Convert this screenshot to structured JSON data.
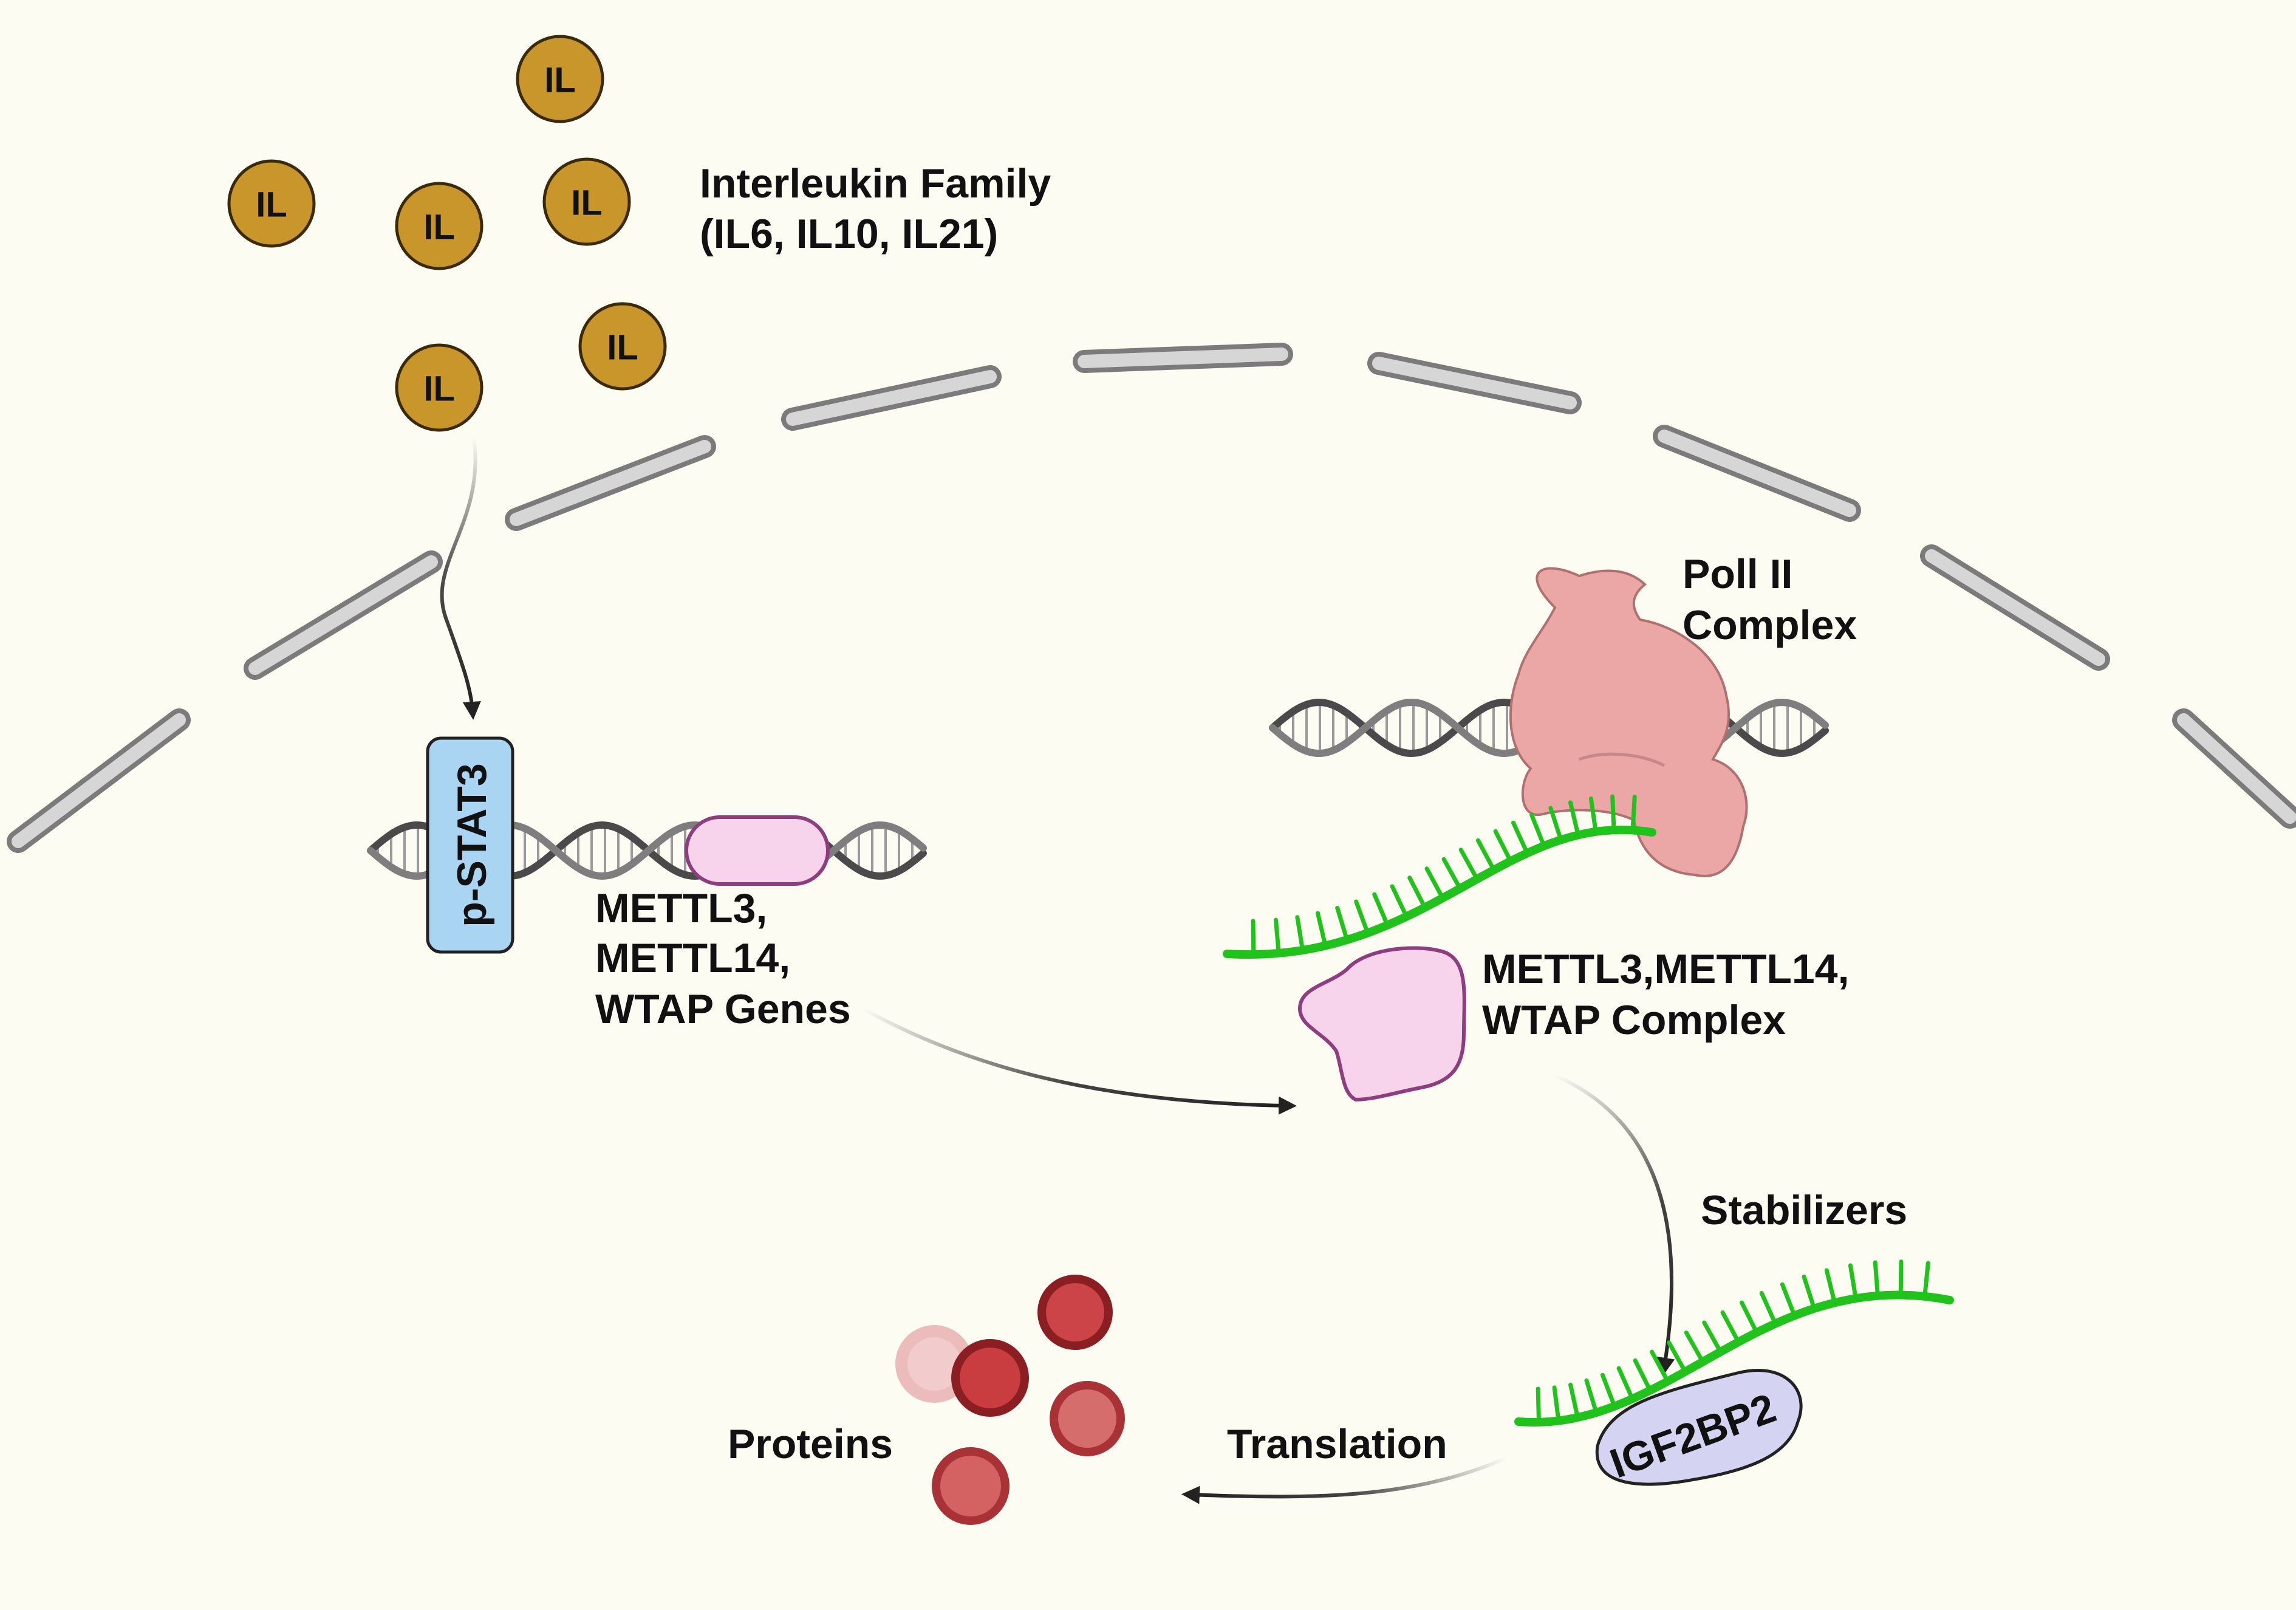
{
  "labels": {
    "interleukin_family_line1": "Interleukin Family",
    "interleukin_family_line2": "(IL6, IL10, IL21)",
    "il": "IL",
    "p_stat3": "p-STAT3",
    "genes_line1": "METTL3,",
    "genes_line2": "METTL14,",
    "genes_line3": "WTAP Genes",
    "poll_line1": "Poll II",
    "poll_line2": "Complex",
    "complex_line1": "METTL3,METTL14,",
    "complex_line2": "WTAP Complex",
    "stabilizers": "Stabilizers",
    "igf2bp2": "IGF2BP2",
    "translation": "Translation",
    "proteins": "Proteins"
  },
  "colors": {
    "background": "#fdfcf3",
    "interleukin": "#c8962a",
    "membrane": "#d6d6d6",
    "pstat3": "#a9d4f2",
    "mettl": "#f7d4ec",
    "mettl_stroke": "#8e3d7e",
    "rna": "#22c21c",
    "pol2": "#eba6a6",
    "igf2bp2": "#d4d4f2",
    "protein": "#c94446"
  }
}
